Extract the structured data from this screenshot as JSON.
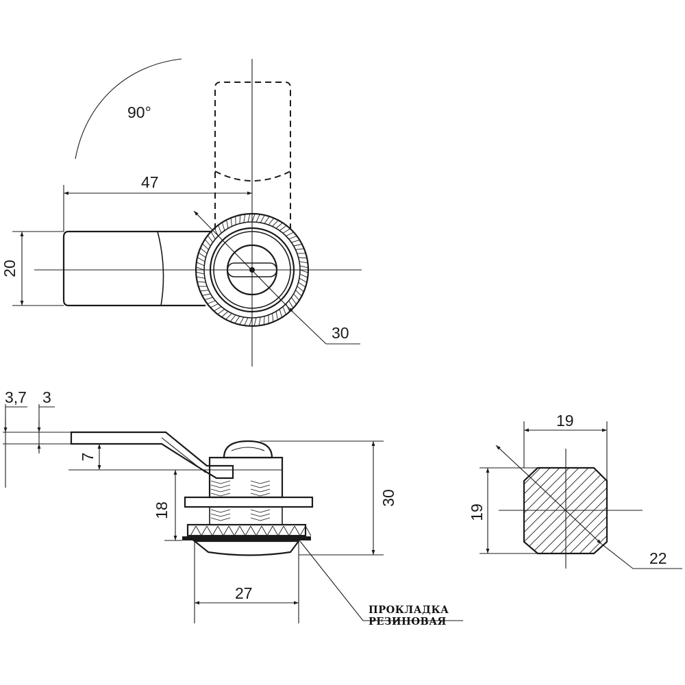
{
  "dimensions": {
    "angle": "90°",
    "lever_length": "47",
    "lever_width": "20",
    "knurl_diameter": "30",
    "cam_offset": "3,7",
    "cam_thickness": "3",
    "cam_drop": "7",
    "thread_length": "18",
    "total_height": "30",
    "cutout_width": "27",
    "square_width": "19",
    "square_height": "19",
    "cutout_diagonal": "22"
  },
  "labels": {
    "gasket_line1": "ПРОКЛАДКА",
    "gasket_line2": "РЕЗИНОВАЯ"
  }
}
